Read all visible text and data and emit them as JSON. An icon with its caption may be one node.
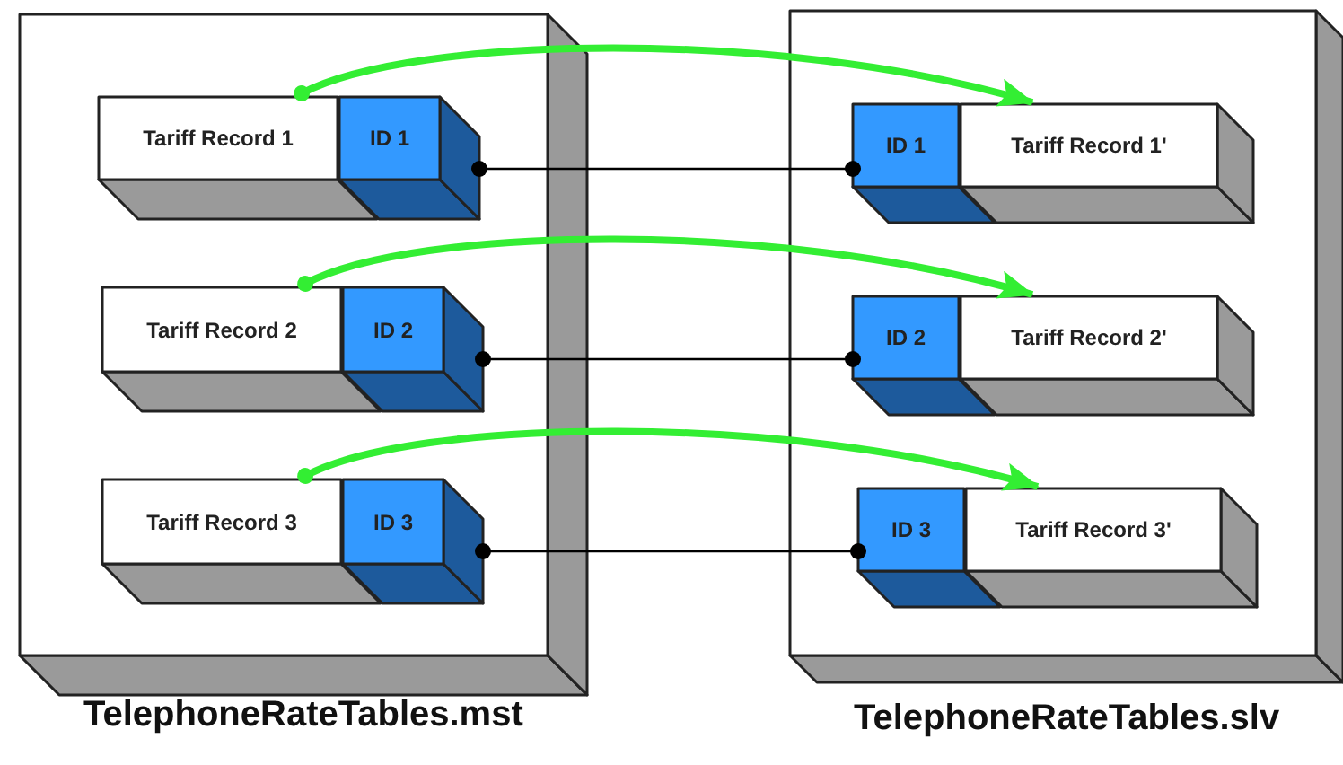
{
  "diagram": {
    "nodes": [
      {
        "text": [
          "TelephoneRateTables.mst"
        ]
      },
      {
        "text": [
          "Tariff Record 1"
        ],
        "in": 0
      },
      {
        "text": [
          "ID 1"
        ],
        "in": 0
      },
      {
        "text": [
          "Tariff Record 2"
        ],
        "in": 0
      },
      {
        "text": [
          "ID 2"
        ],
        "in": 0
      },
      {
        "text": [
          "Tariff Record 3"
        ],
        "in": 0
      },
      {
        "text": [
          "ID 3"
        ],
        "in": 0
      },
      {
        "text": [
          "TelephoneRateTables.slv"
        ]
      },
      {
        "text": [
          "ID 1"
        ],
        "in": 7
      },
      {
        "text": [
          "Tariff Record 1'"
        ],
        "in": 7
      },
      {
        "text": [
          "ID 2"
        ],
        "in": 7
      },
      {
        "text": [
          "Tariff Record 2'"
        ],
        "in": 7
      },
      {
        "text": [
          "ID 3"
        ],
        "in": 7
      },
      {
        "text": [
          "Tariff Record 3'"
        ],
        "in": 7
      }
    ],
    "edges": [
      {
        "from": 1,
        "to": 9,
        "arrow": "to",
        "style": "thick",
        "color": "#33ee33"
      },
      {
        "from": 2,
        "to": 8,
        "arrow": "other",
        "color": "#000000"
      },
      {
        "from": 3,
        "to": 11,
        "arrow": "to",
        "style": "thick",
        "color": "#33ee33"
      },
      {
        "from": 4,
        "to": 10,
        "arrow": "other",
        "color": "#000000"
      },
      {
        "from": 5,
        "to": 13,
        "arrow": "to",
        "style": "thick",
        "color": "#33ee33"
      },
      {
        "from": 6,
        "to": 12,
        "arrow": "other",
        "color": "#000000"
      }
    ]
  }
}
